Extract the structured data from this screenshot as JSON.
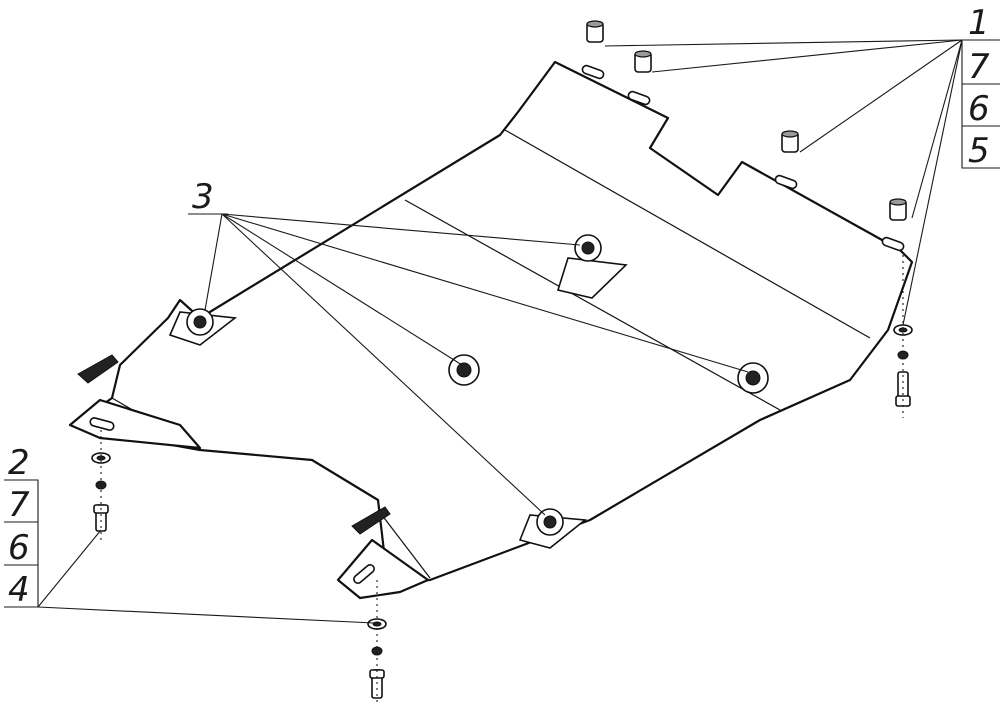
{
  "callouts": {
    "top_right": [
      "1",
      "7",
      "6",
      "5"
    ],
    "left": [
      "3"
    ],
    "bottom_left": [
      "2",
      "7",
      "6",
      "4"
    ]
  }
}
